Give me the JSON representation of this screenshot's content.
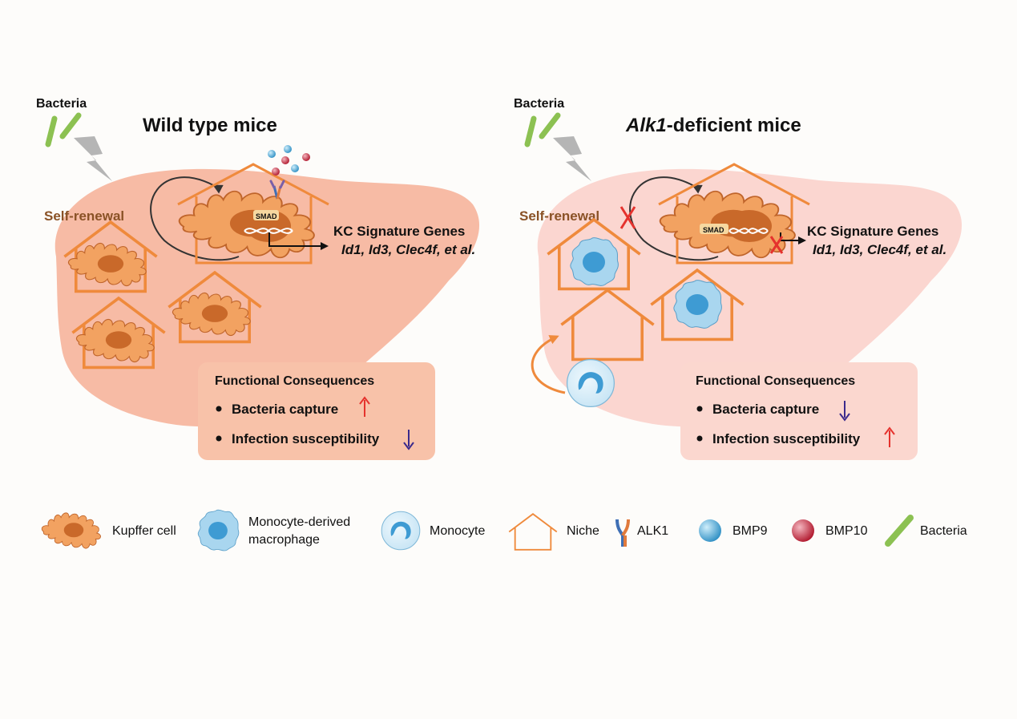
{
  "left": {
    "bacteria_label": "Bacteria",
    "title": "Wild type mice",
    "self_renewal": "Self-renewal",
    "smad": "SMAD",
    "kc_title": "KC Signature Genes",
    "kc_genes": "Id1, Id3, Clec4f, et al.",
    "func_title": "Functional Consequences",
    "func_items": [
      {
        "label": "Bacteria capture",
        "direction": "up",
        "color": "#e5322d"
      },
      {
        "label": "Infection susceptibility",
        "direction": "down",
        "color": "#3b2a8c"
      }
    ]
  },
  "right": {
    "bacteria_label": "Bacteria",
    "title_italic": "Alk1",
    "title_rest": "-deficient mice",
    "self_renewal": "Self-renewal",
    "smad": "SMAD",
    "kc_title": "KC Signature Genes",
    "kc_genes": "Id1, Id3, Clec4f,  et al.",
    "func_title": "Functional Consequences",
    "func_items": [
      {
        "label": "Bacteria capture",
        "direction": "down",
        "color": "#3b2a8c"
      },
      {
        "label": "Infection susceptibility",
        "direction": "up",
        "color": "#e5322d"
      }
    ]
  },
  "legend": {
    "kupffer": "Kupffer cell",
    "moma_1": "Monocyte-derived",
    "moma_2": "macrophage",
    "monocyte": "Monocyte",
    "niche": "Niche",
    "alk1": "ALK1",
    "bmp9": "BMP9",
    "bmp10": "BMP10",
    "bacteria": "Bacteria"
  },
  "colors": {
    "liver_wt": "#f7bba5",
    "liver_ko": "#fbd6d0",
    "niche": "#ef8a3c",
    "kupffer": "#f2a261",
    "kupffer_nucleus": "#c9692a",
    "macrophage": "#a9d6ef",
    "macrophage_nucleus": "#3e9bd3",
    "bacteria": "#8cc152"
  }
}
